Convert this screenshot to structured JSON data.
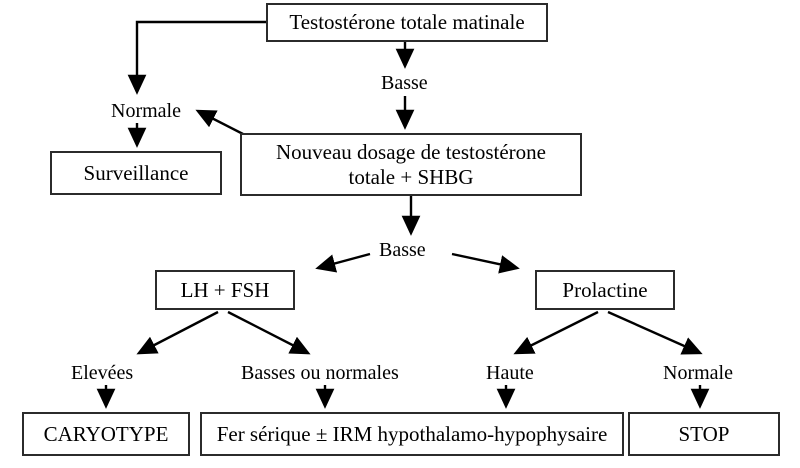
{
  "diagram": {
    "title": "Algorithme diagnostique du deficit en testosterone",
    "language": "fr",
    "colors": {
      "background": "#ffffff",
      "box_border": "#2b2b2b",
      "edge": "#000000",
      "text": "#000000"
    },
    "nodes": [
      {
        "id": "top",
        "label": "Testostérone totale matinale"
      },
      {
        "id": "surv",
        "label": "Surveillance"
      },
      {
        "id": "redo",
        "label": "Nouveau dosage de testostérone\ntotale + SHBG"
      },
      {
        "id": "lhfsh",
        "label": "LH + FSH"
      },
      {
        "id": "prl",
        "label": "Prolactine"
      },
      {
        "id": "caryo",
        "label": "CARYOTYPE"
      },
      {
        "id": "fer",
        "label": "Fer sérique ± IRM hypothalamo-hypophysaire"
      },
      {
        "id": "stop",
        "label": "STOP"
      }
    ],
    "edge_labels": [
      {
        "id": "normale1",
        "label": "Normale",
        "from": "top",
        "to": "surv"
      },
      {
        "id": "basse1",
        "label": "Basse",
        "from": "top",
        "to": "redo"
      },
      {
        "id": "basse2",
        "label": "Basse",
        "from": "redo",
        "to": "lhfsh, prl"
      },
      {
        "id": "elevees",
        "label": "Elevées",
        "from": "lhfsh",
        "to": "caryo"
      },
      {
        "id": "bassesn",
        "label": "Basses ou normales",
        "from": "lhfsh",
        "to": "fer"
      },
      {
        "id": "haute",
        "label": "Haute",
        "from": "prl",
        "to": "fer"
      },
      {
        "id": "normale2",
        "label": "Normale",
        "from": "prl",
        "to": "stop"
      }
    ],
    "edges": [
      {
        "id": "top-to-normale",
        "type": "elbow",
        "from": "top",
        "to": "normale1"
      },
      {
        "id": "top-to-basse",
        "type": "straight",
        "from": "top",
        "to": "basse1"
      },
      {
        "id": "basse-to-redo",
        "type": "straight",
        "from": "basse1",
        "to": "redo"
      },
      {
        "id": "redo-to-normale",
        "type": "diagonal",
        "from": "redo",
        "to": "normale1"
      },
      {
        "id": "normale-to-surv",
        "type": "straight",
        "from": "normale1",
        "to": "surv"
      },
      {
        "id": "redo-to-basse2",
        "type": "straight",
        "from": "redo",
        "to": "basse2"
      },
      {
        "id": "basse2-to-lhfsh",
        "type": "diagonal",
        "from": "basse2",
        "to": "lhfsh"
      },
      {
        "id": "basse2-to-prl",
        "type": "diagonal",
        "from": "basse2",
        "to": "prl"
      },
      {
        "id": "lhfsh-to-elevees",
        "type": "diagonal",
        "from": "lhfsh",
        "to": "elevees"
      },
      {
        "id": "lhfsh-to-bassesn",
        "type": "diagonal",
        "from": "lhfsh",
        "to": "bassesn"
      },
      {
        "id": "prl-to-haute",
        "type": "diagonal",
        "from": "prl",
        "to": "haute"
      },
      {
        "id": "prl-to-normale2",
        "type": "diagonal",
        "from": "prl",
        "to": "normale2"
      },
      {
        "id": "elevees-to-caryo",
        "type": "straight",
        "from": "elevees",
        "to": "caryo"
      },
      {
        "id": "bassesn-to-fer",
        "type": "straight",
        "from": "bassesn",
        "to": "fer"
      },
      {
        "id": "haute-to-fer",
        "type": "straight",
        "from": "haute",
        "to": "fer"
      },
      {
        "id": "normale2-to-stop",
        "type": "straight",
        "from": "normale2",
        "to": "stop"
      }
    ]
  }
}
